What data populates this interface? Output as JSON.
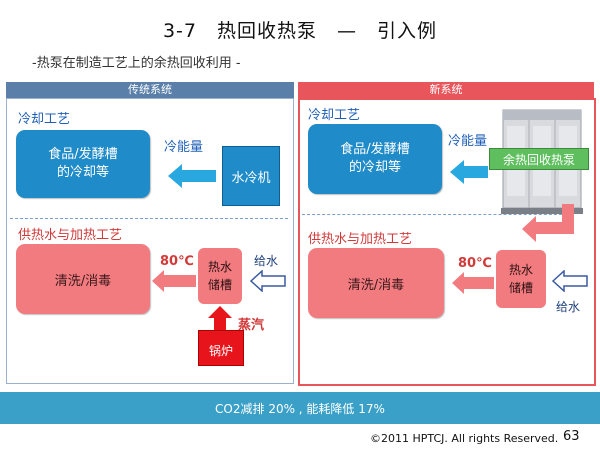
{
  "header": {
    "title": "3-7　热回收热泵　—　引入例",
    "subtitle": "-热泵在制造工艺上的余热回收利用 -"
  },
  "left_panel": {
    "title": "传统系统",
    "header_color": "#5a7fa8",
    "cooling_section": "冷却工艺",
    "heating_section": "供热水与加热工艺",
    "food_box": [
      "食品/发酵槽",
      "的冷却等"
    ],
    "cooling_amount": "冷能量",
    "chiller": "水冷机",
    "wash_box": "清洗/消毒",
    "temp": "80℃",
    "tank": [
      "热水",
      "储槽"
    ],
    "supply_water": "给水",
    "steam": "蒸汽",
    "boiler": "锅炉"
  },
  "right_panel": {
    "title": "新系统",
    "header_color": "#e8565c",
    "cooling_section": "冷却工艺",
    "heating_section": "供热水与加热工艺",
    "food_box": [
      "食品/发酵槽",
      "的冷却等"
    ],
    "cooling_amount": "冷能量",
    "heat_pump": "余热回收热泵",
    "wash_box": "清洗/消毒",
    "temp": "80℃",
    "tank": [
      "热水",
      "储槽"
    ],
    "supply_water": "给水"
  },
  "bottom_bar": {
    "text": "CO2减排 20% , 能耗降低 17%"
  },
  "footer": {
    "copyright": "©2011 HPTCJ. All rights Reserved.",
    "page_number": "63"
  }
}
